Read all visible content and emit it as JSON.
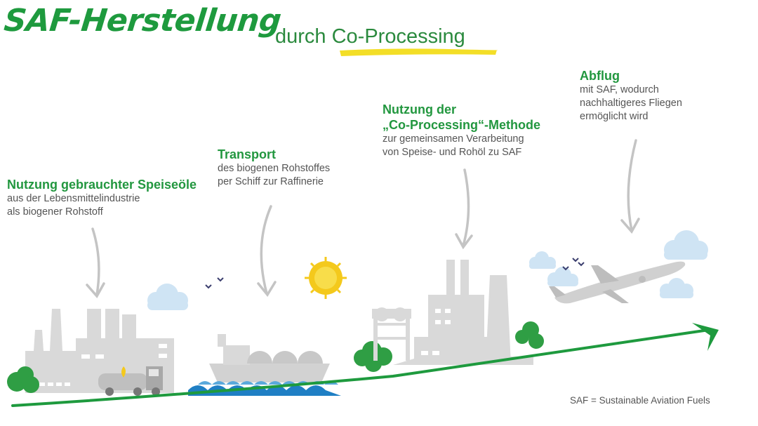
{
  "title": {
    "main": "SAF-Herstellung",
    "sub_prefix": "durch",
    "sub_highlight": "Co-Processing"
  },
  "steps": [
    {
      "heading": "Nutzung gebrauchter Speiseöle",
      "lines": [
        "aus der Lebensmittelindustrie",
        "als biogener Rohstoff"
      ]
    },
    {
      "heading": "Transport",
      "lines": [
        "des biogenen Rohstoffes",
        "per Schiff zur Raffinerie"
      ]
    },
    {
      "heading_lines": [
        "Nutzung der",
        "„Co-Processing“-Methode"
      ],
      "lines": [
        "zur gemeinsamen Verarbeitung",
        "von Speise- und Rohöl zu SAF"
      ]
    },
    {
      "heading": "Abflug",
      "lines": [
        "mit SAF, wodurch",
        "nachhaltigeres Fliegen",
        "ermöglicht wird"
      ]
    }
  ],
  "footnote": "SAF = Sustainable Aviation Fuels",
  "colors": {
    "brand_green": "#1e9a3e",
    "highlight_yellow": "#f2dc1b",
    "water_blue": "#1f7fc4",
    "sky_blue": "#cfe4f4",
    "building_gray": "#d9d9d9",
    "tree_green": "#2f9e44",
    "sun_yellow": "#f4c91c"
  },
  "icons": [
    "factory-icon",
    "tanker-truck-icon",
    "ship-icon",
    "refinery-icon",
    "airplane-icon",
    "sun-icon",
    "cloud-icon",
    "bird-icon",
    "arrow-icon",
    "tree-icon"
  ]
}
